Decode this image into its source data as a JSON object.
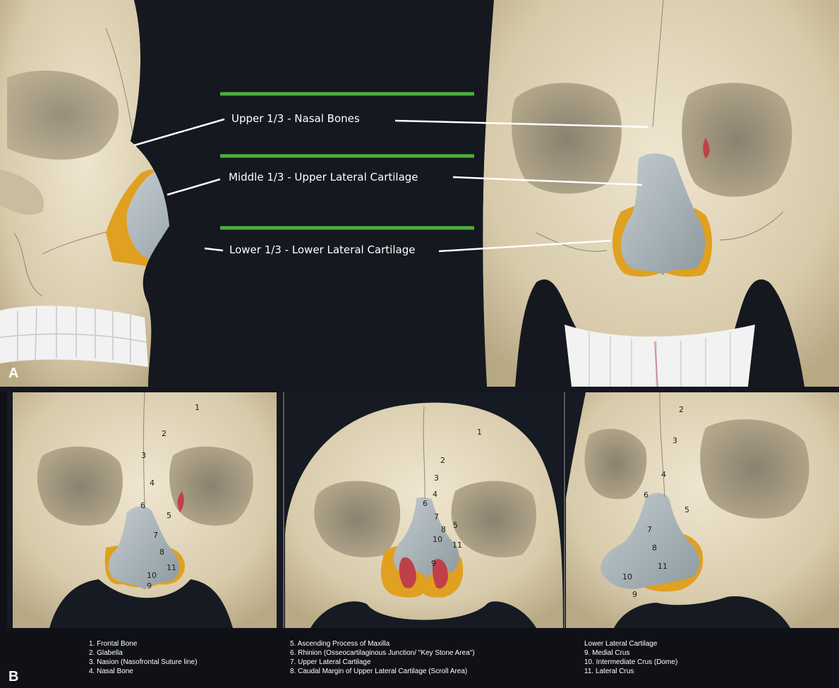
{
  "panel_a": {
    "letter": "A",
    "labels": {
      "upper": "Upper 1/3 - Nasal Bones",
      "middle": "Middle 1/3 - Upper Lateral Cartilage",
      "lower": "Lower 1/3 - Lower Lateral Cartilage"
    }
  },
  "panel_b": {
    "letter": "B",
    "legend": {
      "col1": [
        "1. Frontal Bone",
        "2. Glabella",
        "3. Nasion (Nasofrontal Suture line)",
        "4. Nasal Bone"
      ],
      "col2": [
        "5. Ascending Process of Maxilla",
        "6. Rhinion (Osseocartilaginous Junction/ \"Key Stone Area\")",
        "7. Upper Lateral Cartilage",
        "8. Caudal Margin of Upper Lateral Cartilage (Scroll Area)"
      ],
      "col3": [
        "Lower Lateral Cartilage",
        "9. Medial Crus",
        "10. Intermediate Crus (Dome)",
        "11. Lateral Crus"
      ]
    },
    "markers": {
      "n1": "1",
      "n2": "2",
      "n3": "3",
      "n4": "4",
      "n5": "5",
      "n6": "6",
      "n7": "7",
      "n8": "8",
      "n9": "9",
      "n10": "10",
      "n11": "11"
    }
  },
  "colors": {
    "bone": "#e3d8bf",
    "cartilage": "#a9b4b8",
    "fat": "#e0a020",
    "muscle": "#c0404a",
    "teeth": "#f2f2f2",
    "divider_green": "#4caf3a",
    "background": "#15181f"
  }
}
